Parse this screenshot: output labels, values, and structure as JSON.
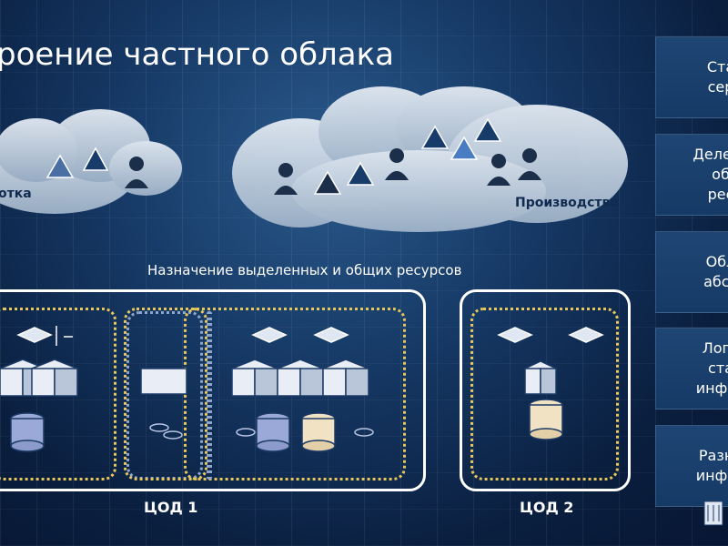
{
  "title": "роение частного облака",
  "clouds": {
    "left_label": "отка",
    "right_label": "Производство"
  },
  "section_label": "Назначение выделенных и общих ресурсов",
  "datacenters": [
    {
      "label": "ЦОД 1"
    },
    {
      "label": "ЦОД 2"
    }
  ],
  "side_panels": [
    {
      "label": "Ста\nсер"
    },
    {
      "label": "Делеги\nоб\nрес"
    },
    {
      "label": "Обл\nабст"
    },
    {
      "label": "Логи\nста\nинфра"
    },
    {
      "label": "Разно\nинфра"
    }
  ],
  "colors": {
    "background": "#153763",
    "cloud": "#c9d5e3",
    "dc_border": "#ffffff",
    "dotted_gold": "#e8c85a",
    "dotted_blue": "#8fa6cc",
    "panel": "#1e4574"
  }
}
